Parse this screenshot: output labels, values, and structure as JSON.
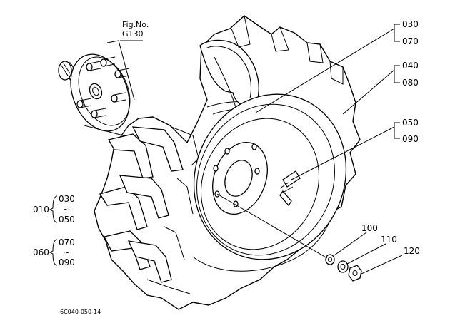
{
  "figure_ref": {
    "line1": "Fig.No.",
    "line2": "G130"
  },
  "callouts": {
    "c030": "030",
    "c070": "070",
    "c040": "040",
    "c080": "080",
    "c050": "050",
    "c090": "090",
    "c100": "100",
    "c110": "110",
    "c120": "120"
  },
  "assemblies": [
    {
      "id": "010",
      "from": "030",
      "tilde": "~",
      "to": "050"
    },
    {
      "id": "060",
      "from": "070",
      "tilde": "~",
      "to": "090"
    }
  ],
  "drawing_number": "6C040-050-14"
}
